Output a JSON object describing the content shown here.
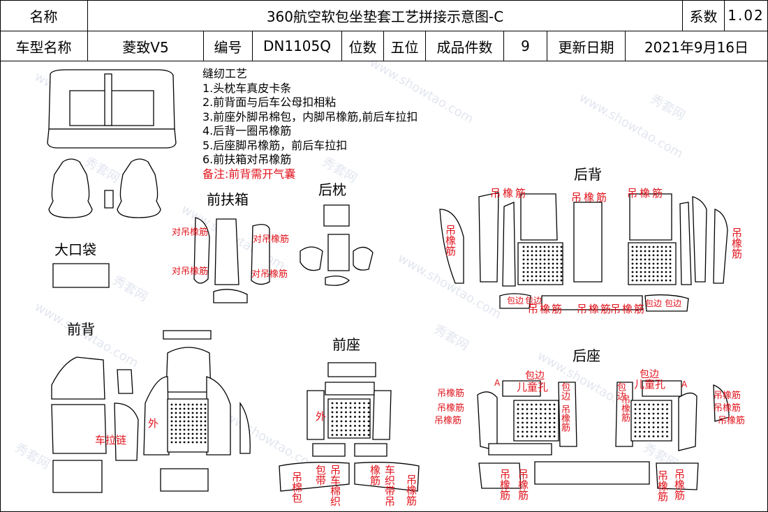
{
  "header": {
    "name_label": "名称",
    "title": "360航空软包坐垫套工艺拼接示意图-C",
    "coef_label": "系数",
    "coef_value": "1.02",
    "model_label": "车型名称",
    "model_value": "菱致V5",
    "code_label": "编号",
    "code_value": "DN1105Q",
    "seats_label": "位数",
    "seats_value": "五位",
    "pieces_label": "成品件数",
    "pieces_value": "9",
    "date_label": "更新日期",
    "date_value": "2021年9月16日"
  },
  "notes": {
    "title": "缝纫工艺",
    "items": [
      "1.头枕车真皮卡条",
      "2.前背面与后车公母扣相粘",
      "3.前座外脚吊棉包，内脚吊橡筋,前后车拉扣",
      "4.后背一圈吊橡筋",
      "5.后座脚吊橡筋，前后车拉扣",
      "6.前扶箱对吊橡筋"
    ],
    "remark": "备注:前背需开气囊"
  },
  "sections": {
    "front_armrest": "前扶箱",
    "headrest": "后枕",
    "rear_back": "后背",
    "big_pocket": "大口袋",
    "front_back": "前背",
    "front_seat": "前座",
    "rear_seat": "后座"
  },
  "labels": {
    "pair_elastic": "对吊橡筋",
    "hang_elastic": "吊橡筋",
    "edge_binding": "包边",
    "zipper": "车拉链",
    "outer": "外",
    "child_hole": "儿童孔",
    "hang_cotton": "吊棉包",
    "sew_webbing": "车织带",
    "hang_cotton_webbing": "吊车棉织包带",
    "sew_webbing_hang": "车织带吊橡筋",
    "mark_a": "A"
  },
  "watermark": {
    "brand": "秀套网",
    "url": "www.showtao.com"
  }
}
